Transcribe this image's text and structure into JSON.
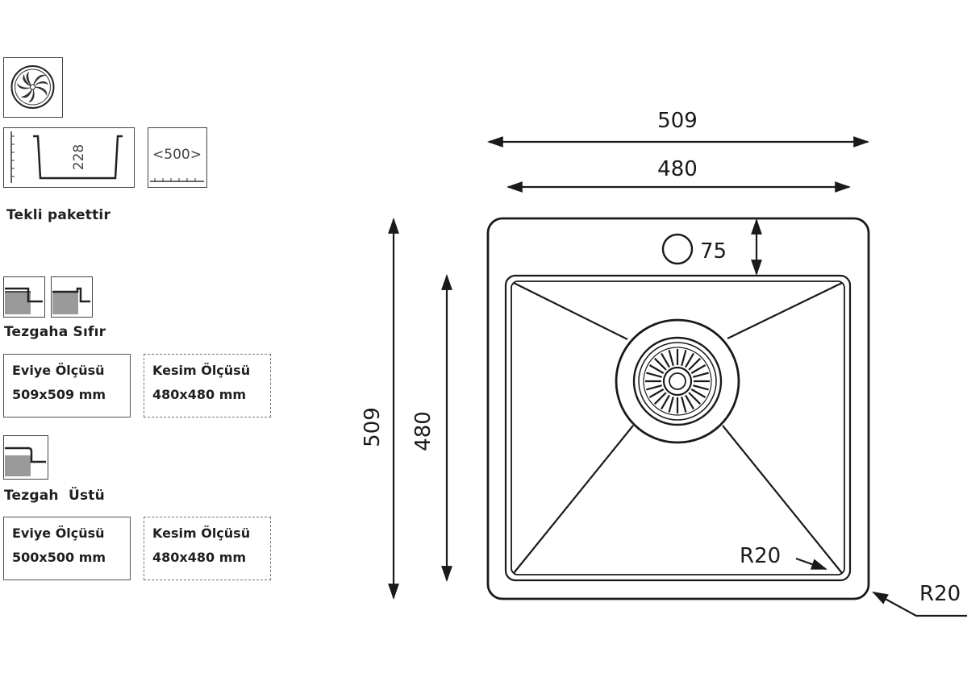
{
  "left_panel": {
    "package_note": "Tekli pakettir",
    "depth_label": "228",
    "cabinet_label": "<500>",
    "flush_mount": {
      "title": "Tezgaha Sıfır",
      "sink_size_label": "Eviye Ölçüsü",
      "sink_size_value": "509x509 mm",
      "cutout_label": "Kesim Ölçüsü",
      "cutout_value": "480x480 mm"
    },
    "top_mount": {
      "title": "Tezgah  Üstü",
      "sink_size_label": "Eviye Ölçüsü",
      "sink_size_value": "500x500 mm",
      "cutout_label": "Kesim Ölçüsü",
      "cutout_value": "480x480 mm"
    }
  },
  "drawing": {
    "outer_width": "509",
    "inner_width": "480",
    "outer_height": "509",
    "inner_height": "480",
    "tap_hole": "75",
    "inner_radius": "R20",
    "outer_radius": "R20"
  },
  "colors": {
    "line": "#1a1a1a",
    "fill_gray": "#9a9a9a"
  },
  "icons": [
    "drain-swirl-icon",
    "bowl-depth-icon",
    "cabinet-width-icon",
    "flush-mount-icon",
    "top-mount-icon"
  ]
}
